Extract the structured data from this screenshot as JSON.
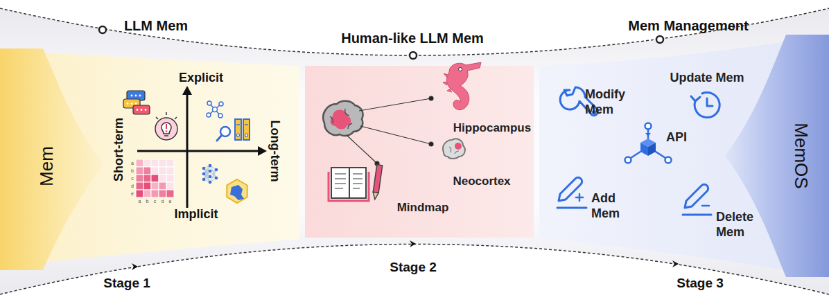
{
  "diagram": {
    "nodes": [
      {
        "text": [
          "Mem"
        ]
      },
      {
        "text": [
          "Explicit",
          "Long-term",
          "Implicit",
          "Short-term"
        ]
      },
      {
        "text": [
          "Hippocampus",
          "Neocortex",
          "Mindmap"
        ]
      },
      {
        "text": [
          "Modify Mem",
          "Update Mem",
          "API",
          "Add Mem",
          "Delete Mem"
        ]
      },
      {
        "text": [
          "MemOS"
        ]
      }
    ],
    "labels": [
      "LLM Mem",
      "Human-like LLM Mem",
      "Mem Management",
      "a",
      "b",
      "c",
      "d",
      "e",
      "a",
      "b",
      "c",
      "d",
      "e",
      "Stage 1",
      "Stage 2",
      "Stage 3"
    ]
  }
}
